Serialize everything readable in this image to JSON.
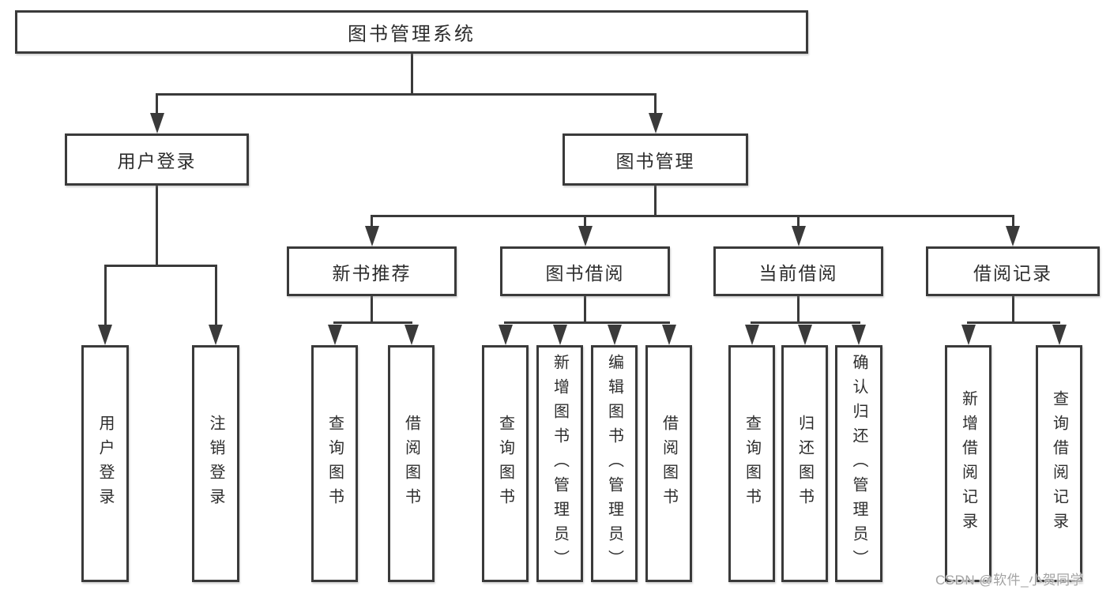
{
  "diagram": {
    "root": {
      "label": "图书管理系统"
    },
    "branches": [
      {
        "label": "用户登录",
        "children": [
          {
            "label": "用户登录"
          },
          {
            "label": "注销登录"
          }
        ]
      },
      {
        "label": "图书管理",
        "children": [
          {
            "label": "新书推荐",
            "children": [
              {
                "label": "查询图书"
              },
              {
                "label": "借阅图书"
              }
            ]
          },
          {
            "label": "图书借阅",
            "children": [
              {
                "label": "查询图书"
              },
              {
                "label": "新增图书（管理员）"
              },
              {
                "label": "编辑图书（管理员）"
              },
              {
                "label": "借阅图书"
              }
            ]
          },
          {
            "label": "当前借阅",
            "children": [
              {
                "label": "查询图书"
              },
              {
                "label": "归还图书"
              },
              {
                "label": "确认归还（管理员）"
              }
            ]
          },
          {
            "label": "借阅记录",
            "children": [
              {
                "label": "新增借阅记录"
              },
              {
                "label": "查询借阅记录"
              }
            ]
          }
        ]
      }
    ],
    "watermark": {
      "text": "CSDN @软件_小贺同学"
    },
    "colors": {
      "line": "#3a3a3a",
      "text": "#2d2d2d",
      "box_background": "#ffffff",
      "page_background": "#ffffff",
      "watermark": "#a3a3a3"
    }
  }
}
